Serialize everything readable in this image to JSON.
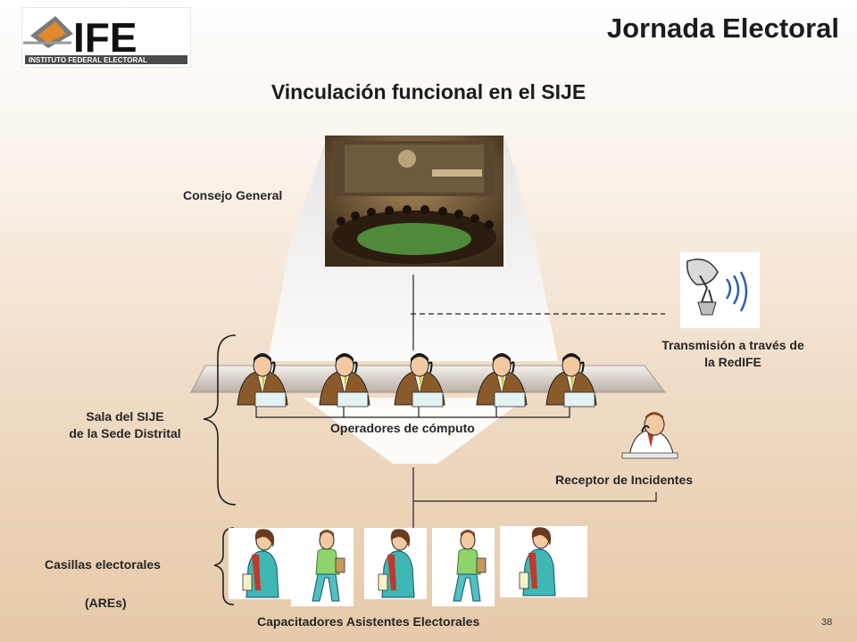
{
  "header": {
    "title": "Jornada Electoral",
    "logo_text": "IFE",
    "logo_subtext": "INSTITUTO FEDERAL ELECTORAL"
  },
  "slide": {
    "subtitle": "Vinculación funcional en el SIJE",
    "page_number": "38"
  },
  "diagram": {
    "council_label": "Consejo General",
    "transmission_label_line1": "Transmisión a través de",
    "transmission_label_line2": "la RedIFE",
    "room_label_line1": "Sala del SIJE",
    "room_label_line2": "de la Sede Distrital",
    "operators_label": "Operadores de cómputo",
    "receiver_label": "Receptor de Incidentes",
    "polling_label": "Casillas electorales",
    "ares_label": "(AREs)",
    "trainers_label": "Capacitadores Asistentes Electorales"
  },
  "colors": {
    "accent_red": "#c0392b",
    "shirt_teal": "#3fb7b5",
    "suit_brown": "#8a5a2b"
  }
}
